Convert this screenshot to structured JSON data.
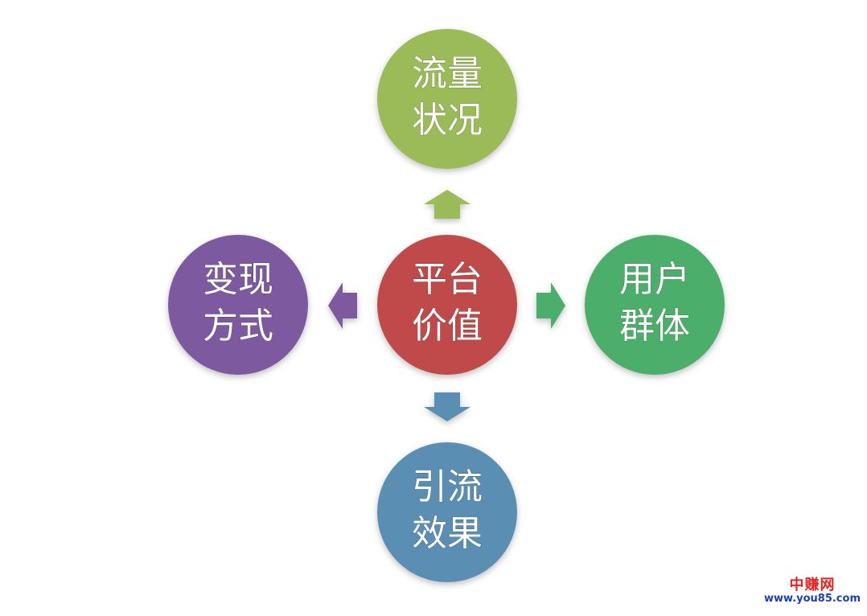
{
  "diagram": {
    "center": {
      "line1": "平台",
      "line2": "价值",
      "color": "#c0484a"
    },
    "top": {
      "line1": "流量",
      "line2": "状况",
      "color": "#9bbb59"
    },
    "right": {
      "line1": "用户",
      "line2": "群体",
      "color": "#4cae6a"
    },
    "bottom": {
      "line1": "引流",
      "line2": "效果",
      "color": "#5a8fb3"
    },
    "left": {
      "line1": "变现",
      "line2": "方式",
      "color": "#7d5a9f"
    },
    "arrows": {
      "up_color": "#9bbb59",
      "right_color": "#4cae6a",
      "down_color": "#5a8fb3",
      "left_color": "#7d5a9f"
    }
  },
  "watermark": {
    "title": "中赚网",
    "url": "www.you85.com"
  }
}
